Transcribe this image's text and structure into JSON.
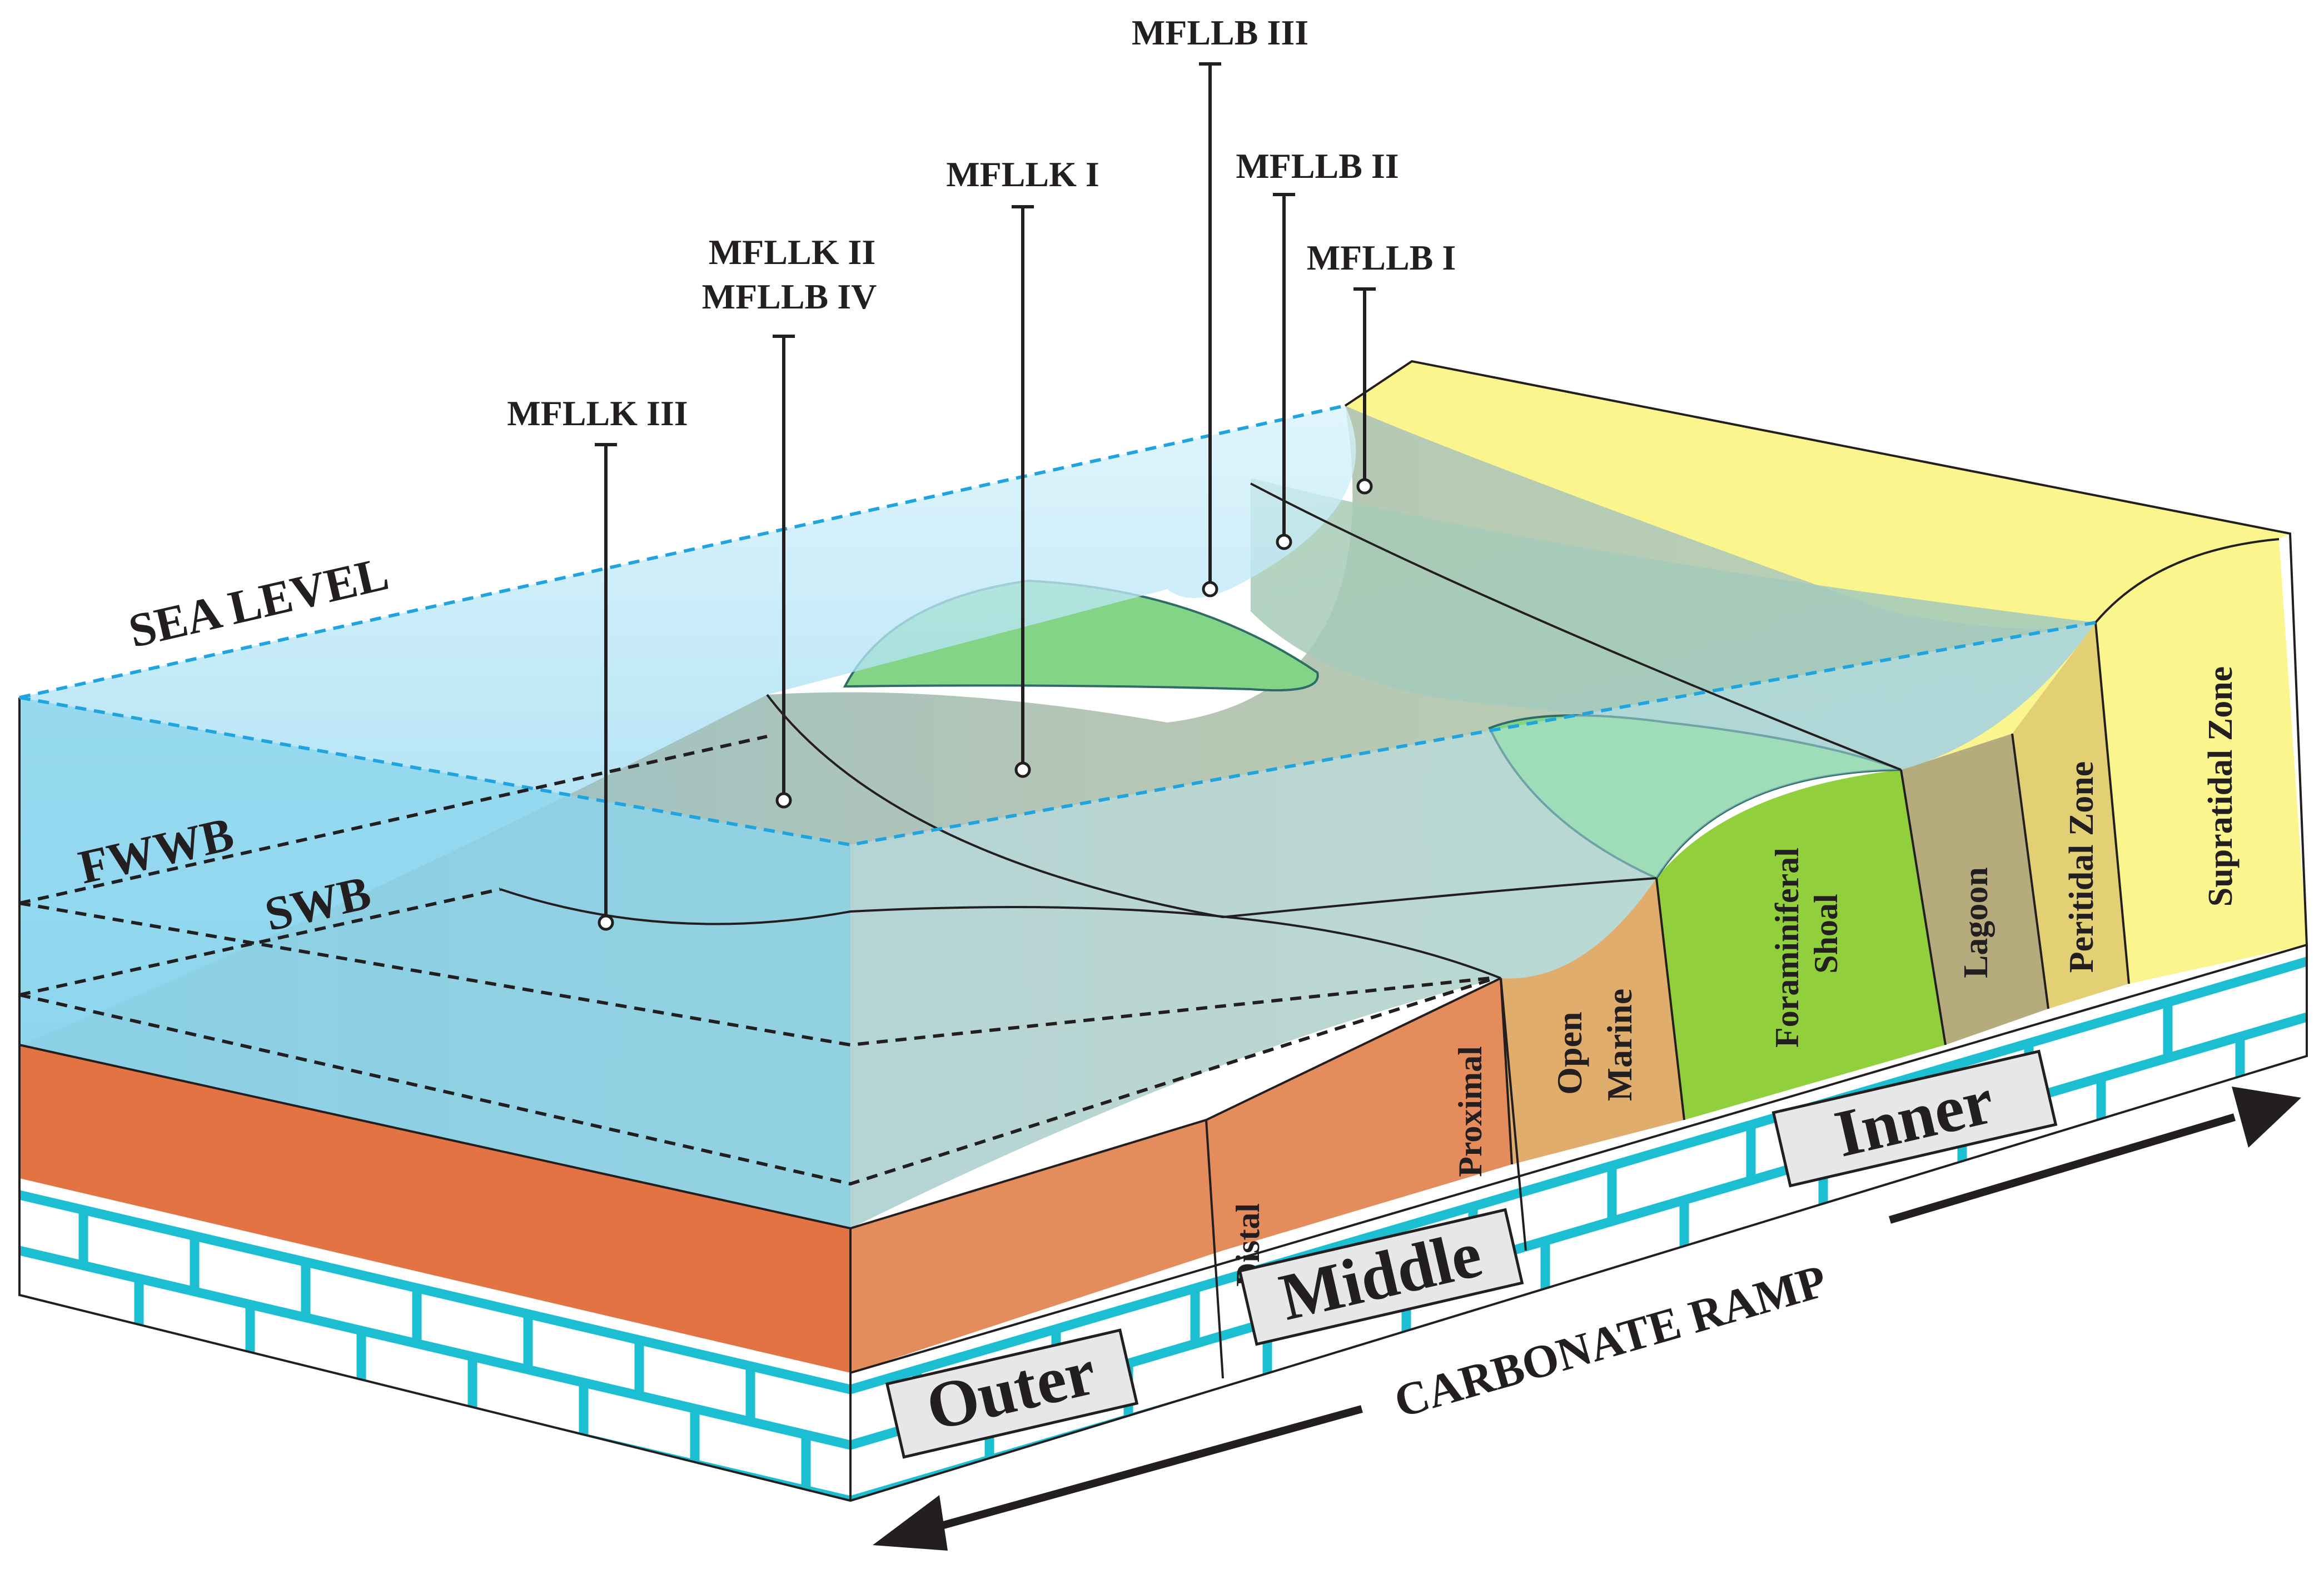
{
  "levels": {
    "sea_level": "SEA LEVEL",
    "fwwb": "FWWB",
    "swb": "SWB"
  },
  "microfacies": [
    "MFLLK III",
    "MFLLK II",
    "MFLLB IV",
    "MFLLK I",
    "MFLLB III",
    "MFLLB II",
    "MFLLB I"
  ],
  "zones": {
    "distal": "Distal",
    "proximal": "Proximal",
    "open_marine": [
      "Open",
      "Marine"
    ],
    "foraminiferal_shoal": [
      "Foraminiferal",
      "Shoal"
    ],
    "lagoon": "Lagoon",
    "peritidal": "Peritidal Zone",
    "supratidal": "Supratidal Zone"
  },
  "ramp_sections": {
    "outer": "Outer",
    "middle": "Middle",
    "inner": "Inner"
  },
  "axis_label": "CARBONATE RAMP",
  "colors": {
    "water": "#c6ecf8",
    "water_deep": "#8fd6ef",
    "orange_block": "#e37342",
    "middle_ramp": "#e58c5c",
    "open_marine": "#e0ad6c",
    "foram_shoal": "#92cf3c",
    "shoal_green": "#83d486",
    "lagoon": "#b5ab7c",
    "peritidal": "#e3d074",
    "supratidal": "#fbf58e",
    "brick_line": "#1bbfd1",
    "label_box": "#e6e7e8"
  }
}
